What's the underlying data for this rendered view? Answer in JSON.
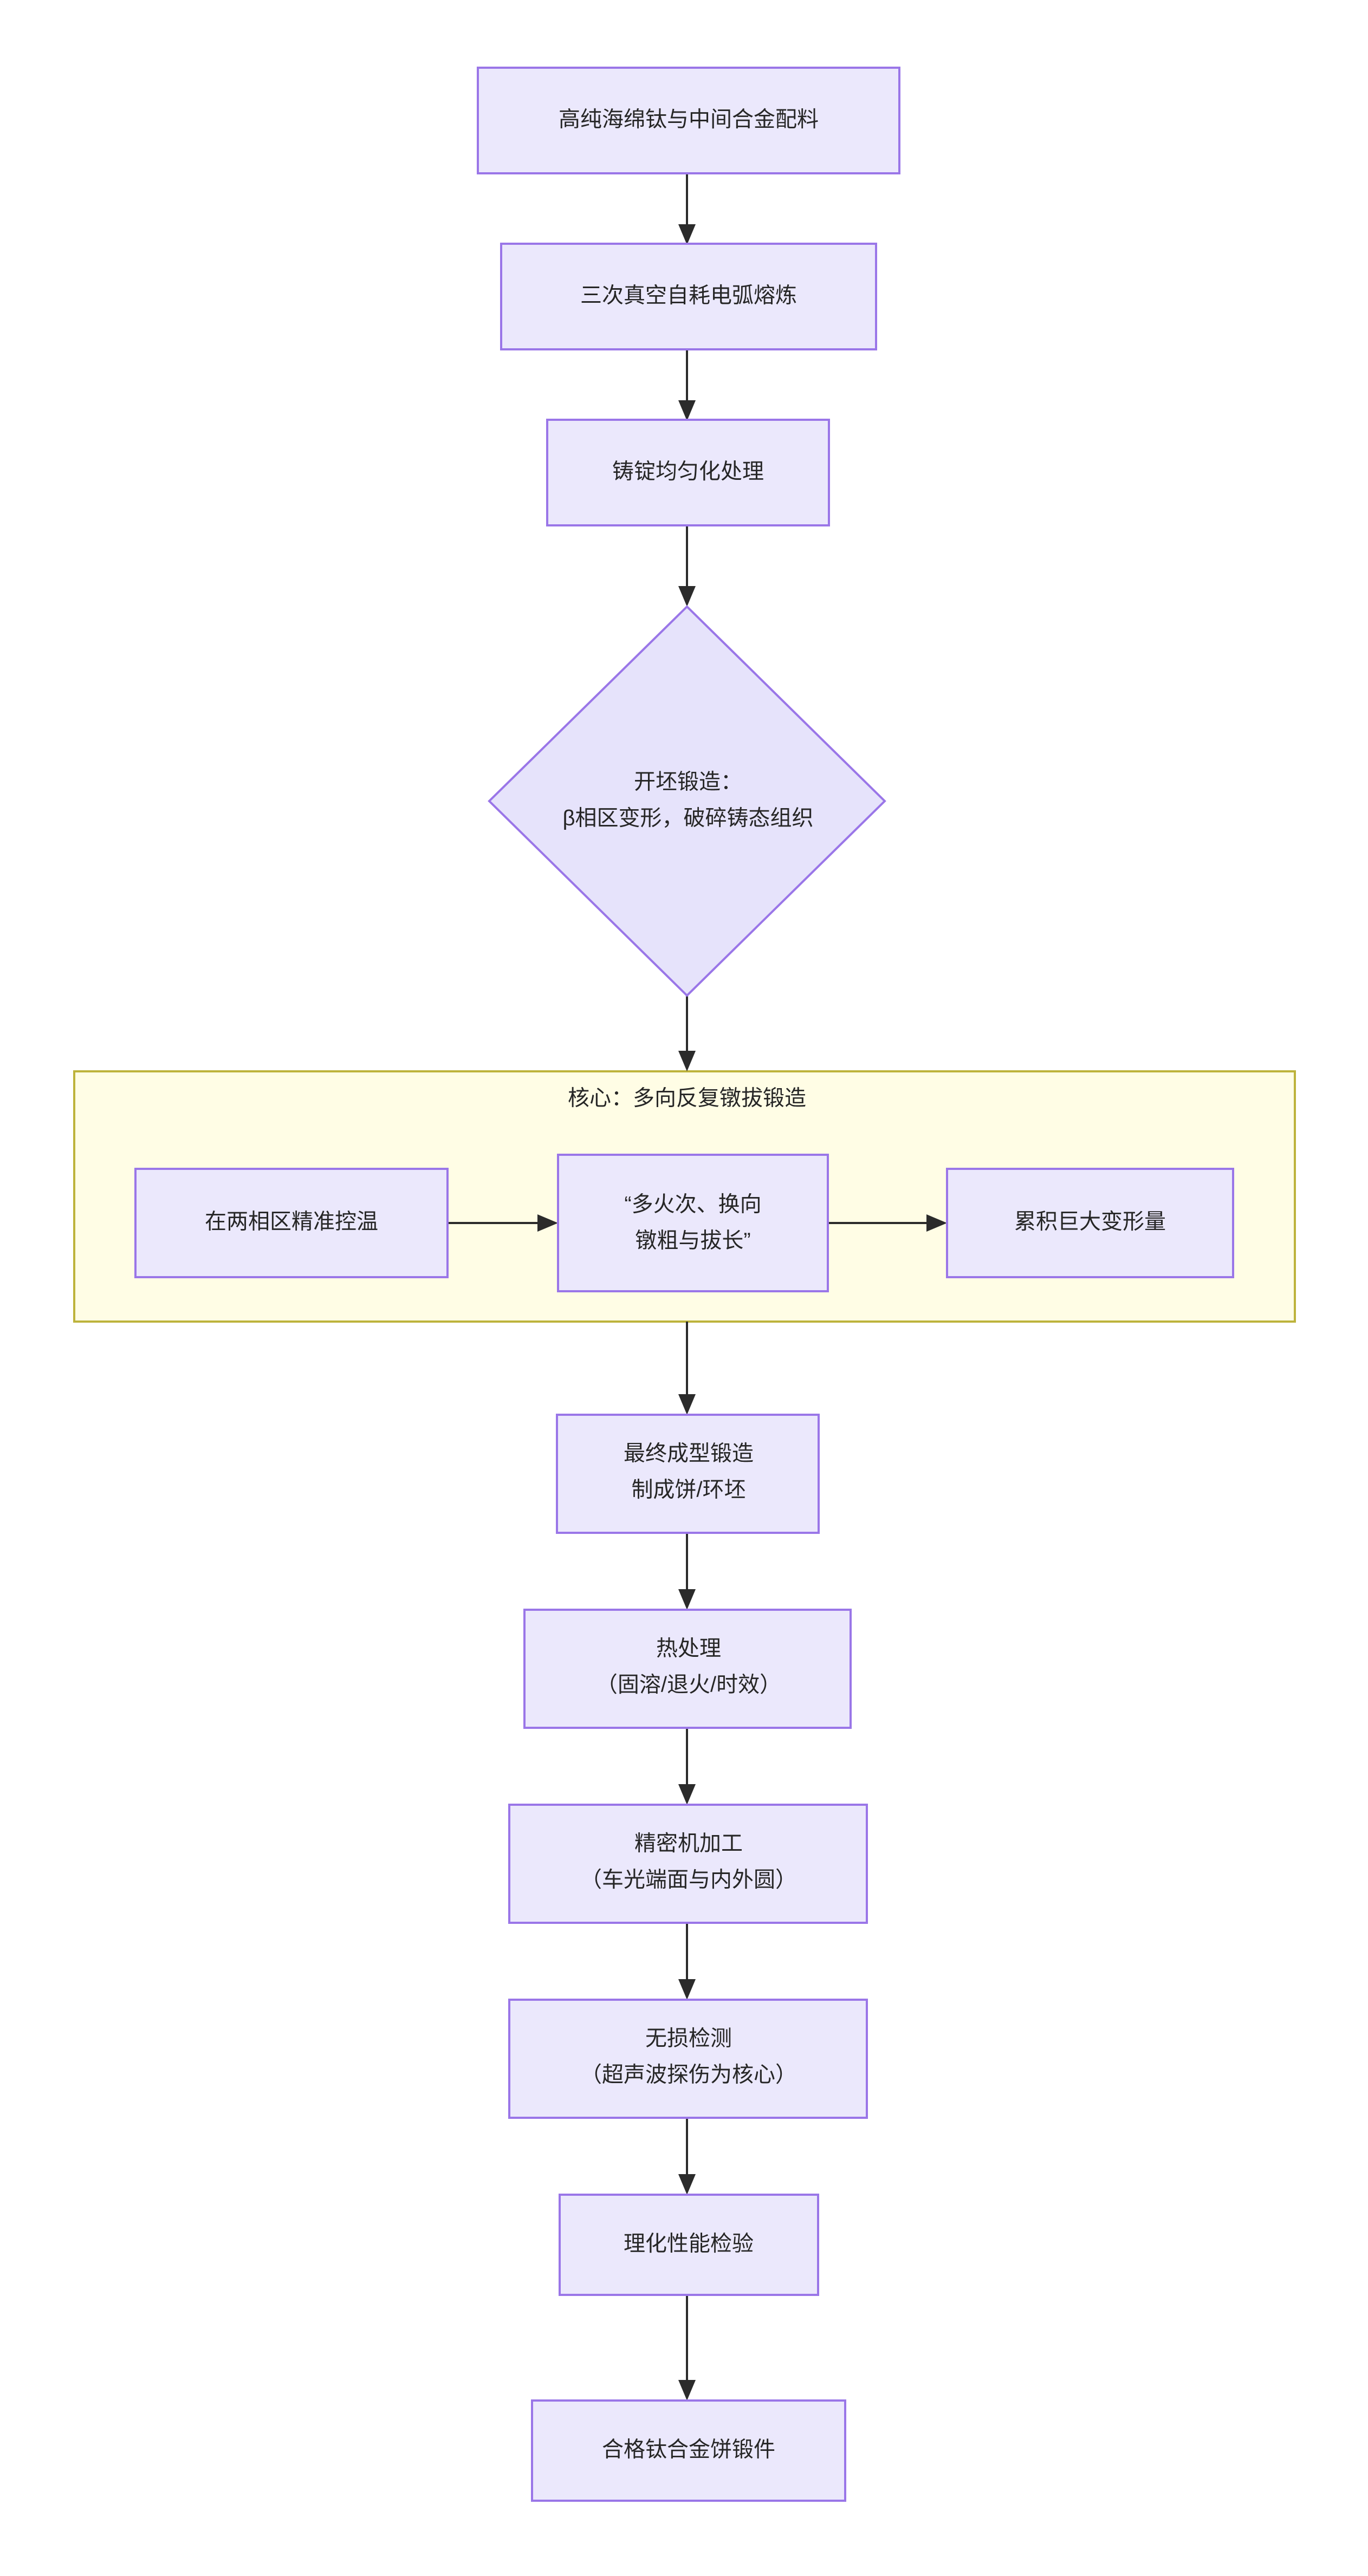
{
  "diagram": {
    "type": "flowchart",
    "direction": "top-to-bottom",
    "title_visible": false,
    "colors": {
      "node_fill": "#ebe8fc",
      "node_stroke": "#9a76e8",
      "cluster_fill": "#fffde5",
      "cluster_stroke": "#bdb33c",
      "edge": "#2b2b2b",
      "text": "#262626",
      "background": "#ffffff"
    }
  },
  "nodes": {
    "n1": {
      "id": "n1",
      "shape": "rect",
      "lines": [
        "高纯海绵钛与中间合金配料"
      ]
    },
    "n2": {
      "id": "n2",
      "shape": "rect",
      "lines": [
        "三次真空自耗电弧熔炼"
      ]
    },
    "n3": {
      "id": "n3",
      "shape": "rect",
      "lines": [
        "铸锭均匀化处理"
      ]
    },
    "n4": {
      "id": "n4",
      "shape": "diamond",
      "lines": [
        "开坯锻造：",
        "β相区变形，破碎铸态组织"
      ]
    },
    "n5": {
      "id": "n5",
      "shape": "rect",
      "lines": [
        "在两相区精准控温"
      ]
    },
    "n6": {
      "id": "n6",
      "shape": "rect",
      "lines": [
        "“多火次、换向",
        "镦粗与拔长”"
      ]
    },
    "n7": {
      "id": "n7",
      "shape": "rect",
      "lines": [
        "累积巨大变形量"
      ]
    },
    "n8": {
      "id": "n8",
      "shape": "rect",
      "lines": [
        "最终成型锻造",
        "制成饼/环坯"
      ]
    },
    "n9": {
      "id": "n9",
      "shape": "rect",
      "lines": [
        "热处理",
        "（固溶/退火/时效）"
      ]
    },
    "n10": {
      "id": "n10",
      "shape": "rect",
      "lines": [
        "精密机加工",
        "（车光端面与内外圆）"
      ]
    },
    "n11": {
      "id": "n11",
      "shape": "rect",
      "lines": [
        "无损检测",
        "（超声波探伤为核心）"
      ]
    },
    "n12": {
      "id": "n12",
      "shape": "rect",
      "lines": [
        "理化性能检验"
      ]
    },
    "n13": {
      "id": "n13",
      "shape": "rect",
      "lines": [
        "合格钛合金饼锻件"
      ]
    }
  },
  "cluster": {
    "id": "c1",
    "title": "核心：多向反复镦拔锻造",
    "member_nodes": [
      "n5",
      "n6",
      "n7"
    ]
  },
  "edges": [
    {
      "from": "n1",
      "to": "n2",
      "label": ""
    },
    {
      "from": "n2",
      "to": "n3",
      "label": ""
    },
    {
      "from": "n3",
      "to": "n4",
      "label": ""
    },
    {
      "from": "n4",
      "to": "c1",
      "label": ""
    },
    {
      "from": "n5",
      "to": "n6",
      "label": ""
    },
    {
      "from": "n6",
      "to": "n7",
      "label": ""
    },
    {
      "from": "c1",
      "to": "n8",
      "label": ""
    },
    {
      "from": "n8",
      "to": "n9",
      "label": ""
    },
    {
      "from": "n9",
      "to": "n10",
      "label": ""
    },
    {
      "from": "n10",
      "to": "n11",
      "label": ""
    },
    {
      "from": "n11",
      "to": "n12",
      "label": ""
    },
    {
      "from": "n12",
      "to": "n13",
      "label": ""
    }
  ]
}
